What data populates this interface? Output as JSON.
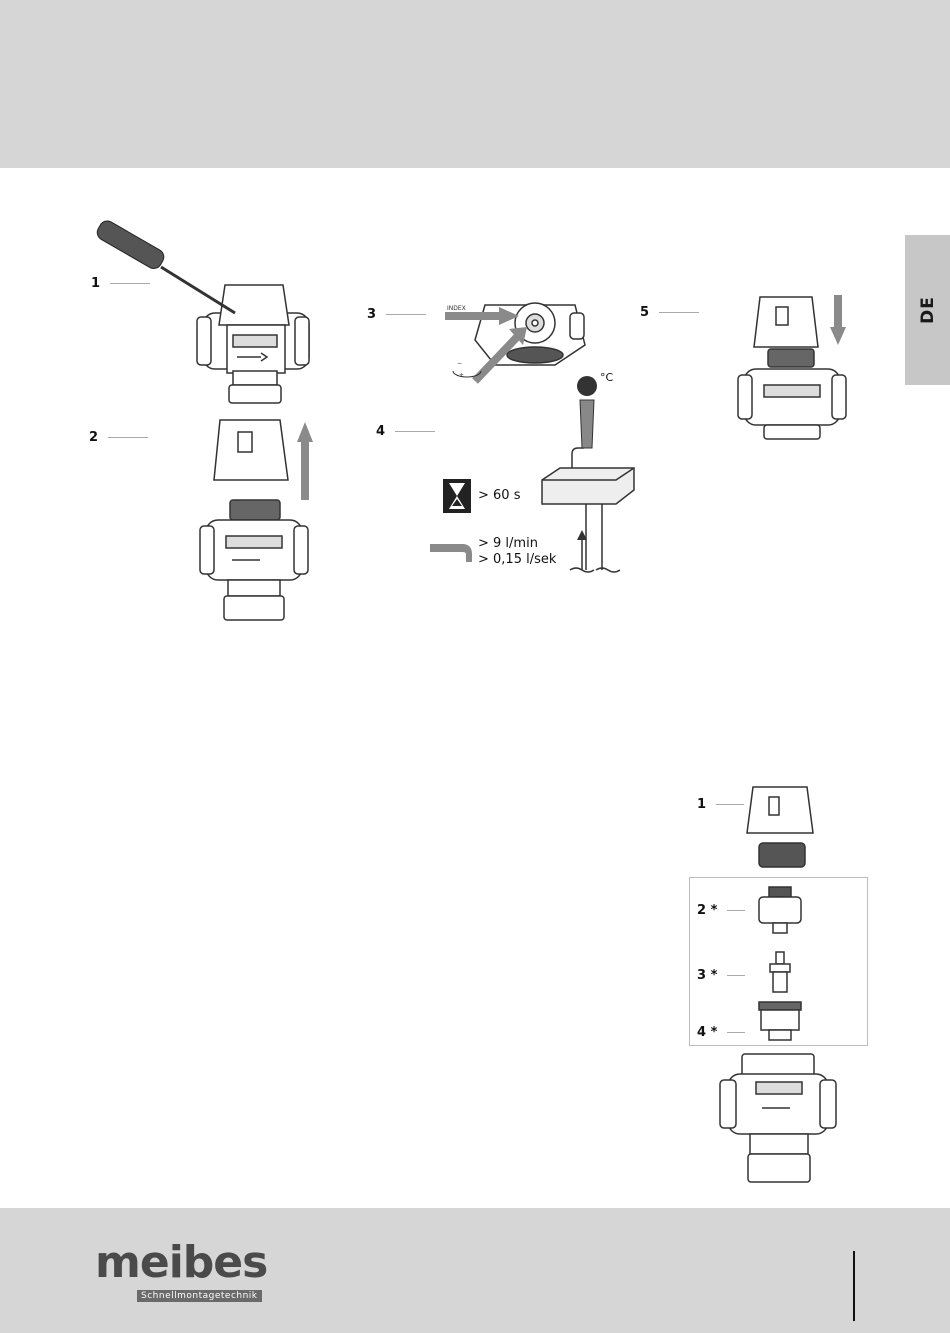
{
  "language_tab": "DE",
  "steps": {
    "s1": "1",
    "s2": "2",
    "s3": "3",
    "s4": "4",
    "s5": "5"
  },
  "step3": {
    "index_label": "INDEX",
    "minus": "−",
    "plus": "+"
  },
  "step4": {
    "temp_unit": "°C",
    "time_label": "> 60 s",
    "flow_line1": "> 9 l/min",
    "flow_line2": "> 0,15 l/sek"
  },
  "parts": {
    "p1": "1",
    "p2": "2 *",
    "p3": "3 *",
    "p4": "4 *"
  },
  "logo": {
    "name": "meibes",
    "tagline": "Schnellmontagetechnik"
  },
  "colors": {
    "band": "#d6d6d6",
    "tab": "#c7c7c7",
    "arrow": "#8a8a8a"
  }
}
